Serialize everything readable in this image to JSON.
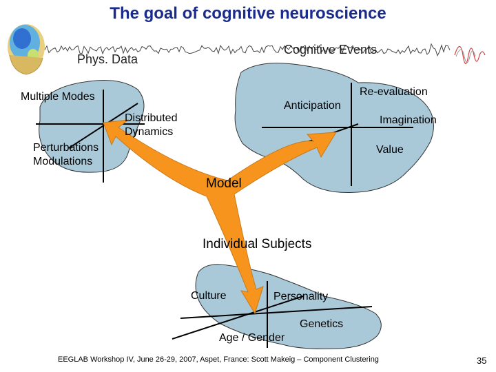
{
  "title": "The goal of cognitive neuroscience",
  "labels": {
    "phys_data": "Phys. Data",
    "cognitive_events": "Cognitive Events",
    "multiple_modes": "Multiple Modes",
    "distributed_dynamics": "Distributed\nDynamics",
    "perturbations": "Perturbations",
    "modulations": "Modulations",
    "anticipation": "Anticipation",
    "re_evaluation": "Re-evaluation",
    "imagination": "Imagination",
    "value": "Value",
    "model": "Model",
    "individual_subjects": "Individual Subjects",
    "culture": "Culture",
    "personality": "Personality",
    "genetics": "Genetics",
    "age_gender": "Age / Gender"
  },
  "footer": "EEGLAB Workshop IV, June 26-29, 2007, Aspet, France: Scott Makeig – Component Clustering",
  "slide_number": "35",
  "colors": {
    "title": "#1a2b8c",
    "blob_fill": "#a9c8d8",
    "arrow_fill": "#f7941d",
    "arrow_stroke": "#c87a1a"
  }
}
